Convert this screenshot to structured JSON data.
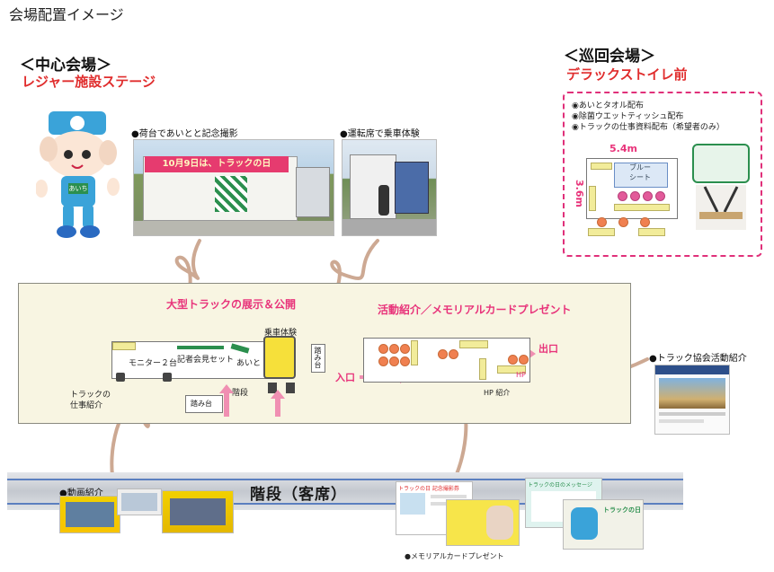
{
  "page_title": "会場配置イメージ",
  "center_venue": {
    "heading": "＜中心会場＞",
    "subheading": "レジャー施設ステージ",
    "mascot_badge": "あいち",
    "photo1_caption": "●荷台であいとと記念撮影",
    "photo1_banner": "10月9日は、トラックの日",
    "photo2_caption": "●運転席で乗車体験"
  },
  "tour_venue": {
    "heading": "＜巡回会場＞",
    "subheading": "デラックストイレ前",
    "items": [
      "◉あいとタオル配布",
      "◉除菌ウエットティッシュ配布",
      "◉トラックの仕事資料配布（希望者のみ）"
    ],
    "width_label": "5.4m",
    "height_label": "3.6m",
    "sheet_label": "ブルー\nシート"
  },
  "venue_map": {
    "label_exhibit": "大型トラックの展示＆公開",
    "label_activity": "活動紹介／メモリアルカードプレゼント",
    "monitor": "モニター２台",
    "press_set": "記者会見セット",
    "aito": "あいと",
    "ride": "乗車体験",
    "stairs_step": "階段",
    "platform": "踏み台",
    "step_block": "踏み台",
    "job_intro": "トラックの\n仕事紹介",
    "entrance": "入口",
    "exit": "出口",
    "hp": "HP",
    "hp_intro": "HP 紹介"
  },
  "association_caption": "●トラック協会活動紹介",
  "stands": {
    "label": "階段（客席）",
    "video_caption": "●動画紹介",
    "card_caption": "●メモリアルカードプレゼント",
    "card1_title": "トラックの日 記念撮影券",
    "card2_title": "トラックの日のメッセージ",
    "card3_title": "トラックの日"
  },
  "colors": {
    "accent_red": "#e02d2d",
    "accent_pink": "#e8337a",
    "path_brown": "#c49a80",
    "venue_bg": "#f8f5e2"
  }
}
